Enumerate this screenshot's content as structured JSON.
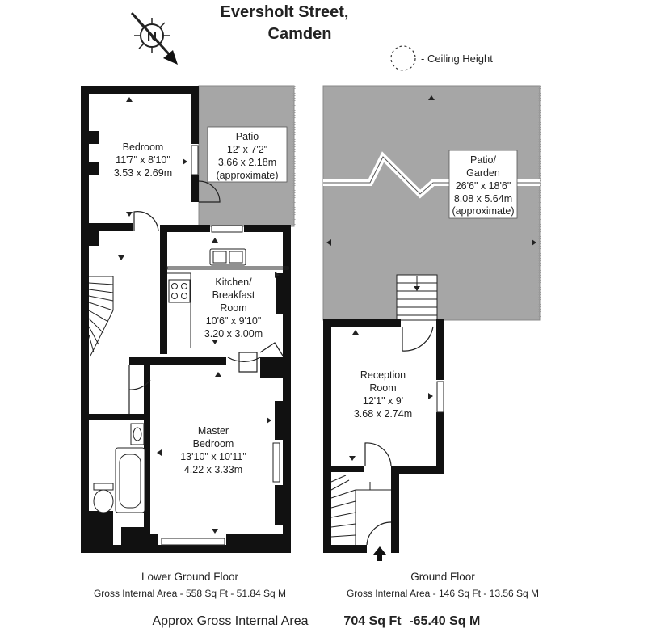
{
  "title": {
    "line1": "Eversholt Street,",
    "line2": "Camden"
  },
  "compass": {
    "letter": "N"
  },
  "legend": {
    "ceiling": "- Ceiling Height"
  },
  "rooms": {
    "bedroom": {
      "name": "Bedroom",
      "imperial": "11'7\" x 8'10\"",
      "metric": "3.53 x 2.69m"
    },
    "patio": {
      "name": "Patio",
      "imperial": "12' x 7'2\"",
      "metric": "3.66 x 2.18m",
      "note": "(approximate)"
    },
    "kitchen": {
      "name1": "Kitchen/",
      "name2": "Breakfast",
      "name3": "Room",
      "imperial": "10'6\" x 9'10\"",
      "metric": "3.20 x 3.00m"
    },
    "master": {
      "name1": "Master",
      "name2": "Bedroom",
      "imperial": "13'10\" x 10'11\"",
      "metric": "4.22 x 3.33m"
    },
    "garden": {
      "name1": "Patio/",
      "name2": "Garden",
      "imperial": "26'6\" x 18'6\"",
      "metric": "8.08 x 5.64m",
      "note": "(approximate)"
    },
    "reception": {
      "name1": "Reception",
      "name2": "Room",
      "imperial": "12'1\" x 9'",
      "metric": "3.68 x 2.74m"
    }
  },
  "floors": {
    "lower": {
      "name": "Lower Ground Floor",
      "area": "Gross Internal Area - 558 Sq Ft  -  51.84 Sq M"
    },
    "ground": {
      "name": "Ground Floor",
      "area": "Gross Internal Area - 146 Sq Ft  -  13.56 Sq M"
    }
  },
  "total": {
    "label": "Approx Gross Internal Area",
    "sqft": "704 Sq Ft",
    "sep": "-",
    "sqm": "65.40 Sq M"
  },
  "colors": {
    "wall": "#111111",
    "patio": "#a6a6a6",
    "text": "#222222"
  }
}
